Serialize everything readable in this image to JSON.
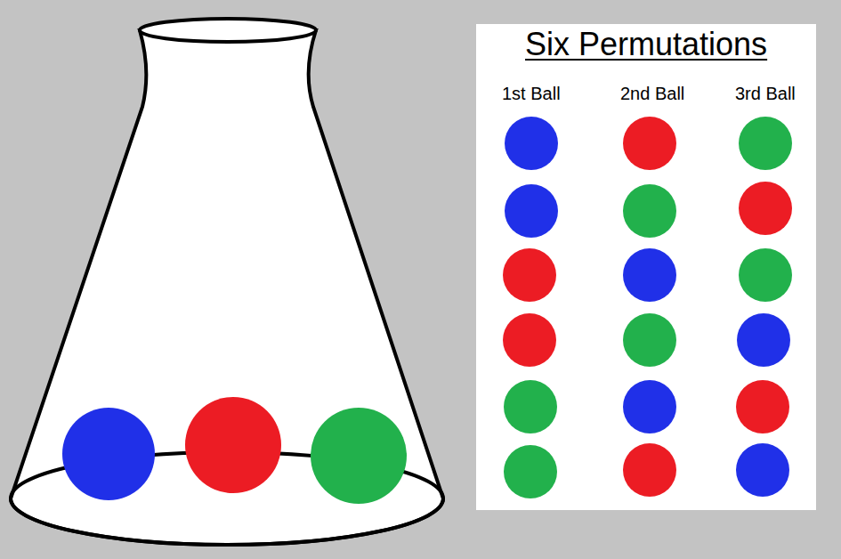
{
  "diagram": {
    "title": "Six Permutations",
    "labels": [
      "1st Ball",
      "2nd Ball",
      "3rd Ball"
    ]
  }
}
